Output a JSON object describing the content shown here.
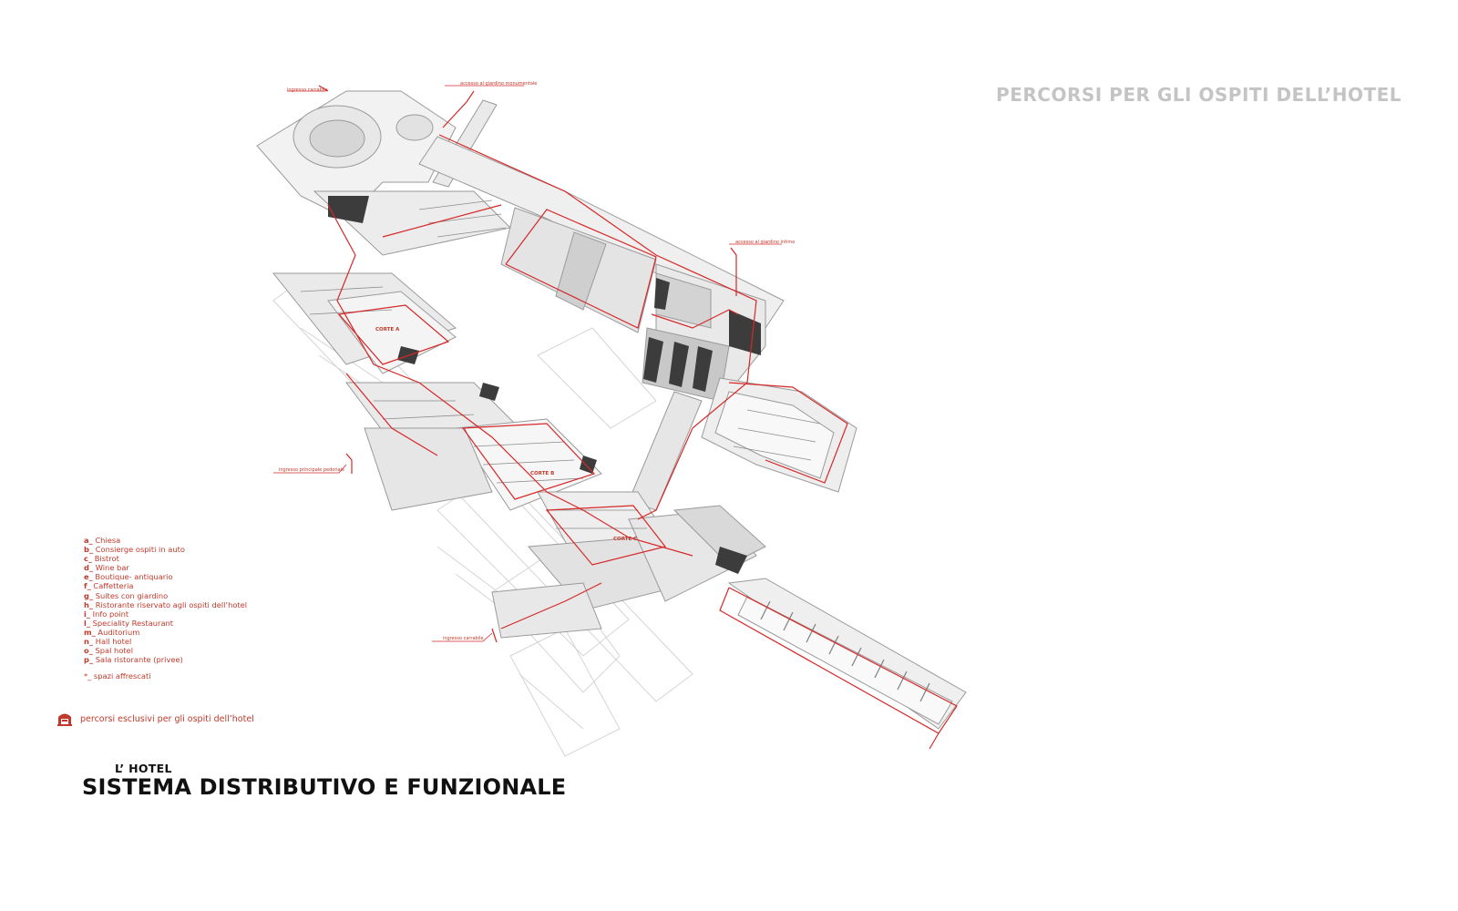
{
  "page_title": "PERCORSI PER GLI OSPITI DELL’HOTEL",
  "annotations": {
    "ingresso_carrabile_top": "ingresso carrabile",
    "accesso_giardino_monumentale": "accesso al giardino monumentale",
    "accesso_giardino_intimo": "accesso al giardino intimo",
    "ingresso_principale_pedonale": "ingresso principale pedonale",
    "ingresso_carrabile_bottom": "ingresso carrabile"
  },
  "courts": {
    "a": "CORTE A",
    "b": "CORTE B",
    "c": "CORTE C"
  },
  "legend": [
    {
      "key": "a_",
      "label": " Chiesa"
    },
    {
      "key": "b_",
      "label": " Consierge ospiti in auto"
    },
    {
      "key": "c_",
      "label": " Bistrot"
    },
    {
      "key": "d_",
      "label": " Wine bar"
    },
    {
      "key": "e_",
      "label": " Boutique- antiquario"
    },
    {
      "key": "f_",
      "label": " Caffetteria"
    },
    {
      "key": "g_",
      "label": " Suites con giardino"
    },
    {
      "key": "h_",
      "label": " Ristorante riservato agli ospiti dell’hotel"
    },
    {
      "key": "i_",
      "label": " Info point"
    },
    {
      "key": "l_",
      "label": " Speciality Restaurant"
    },
    {
      "key": "m_",
      "label": " Auditorium"
    },
    {
      "key": "n_",
      "label": " Hall hotel"
    },
    {
      "key": "o_",
      "label": " Spal hotel"
    },
    {
      "key": "p_",
      "label": " Sala ristorante (privee)"
    }
  ],
  "legend_note": "*_ spazi affrescati",
  "exclusive_paths": "percorsi esclusivi per gli ospiti dell’hotel",
  "heading_small": "L’ HOTEL",
  "heading_big": "SISTEMA DISTRIBUTIVO E FUNZIONALE",
  "colors": {
    "accent": "#c0392b",
    "title_gray": "#c4c4c4",
    "structure": "#8a8a8a"
  },
  "icons": {
    "exclusive_paths": "hotel-building-icon"
  }
}
